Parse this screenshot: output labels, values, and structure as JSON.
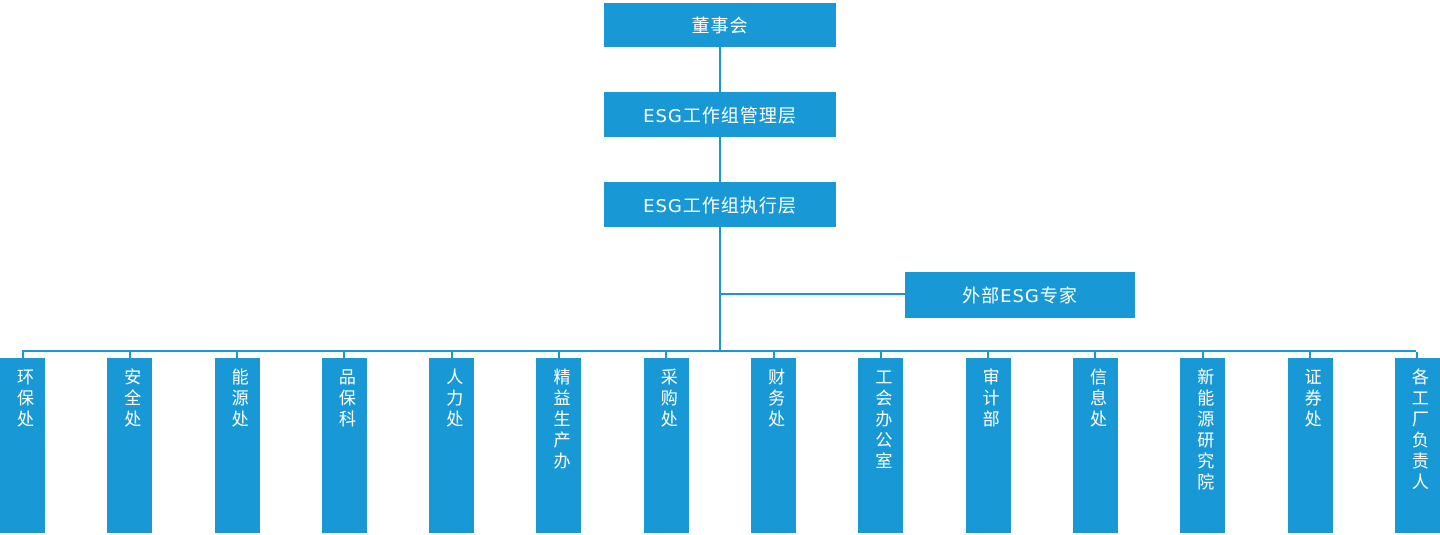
{
  "colors": {
    "primary_blue": "#1899D6",
    "text_white": "#FFFFFF",
    "background": "#FFFFFF"
  },
  "org": {
    "board": "董事会",
    "management": "ESG工作组管理层",
    "execution": "ESG工作组执行层",
    "external_expert": "外部ESG专家",
    "departments": [
      "环保处",
      "安全处",
      "能源处",
      "品保科",
      "人力处",
      "精益生产办",
      "采购处",
      "财务处",
      "工会办公室",
      "审计部",
      "信息处",
      "新能源研究院",
      "证券处",
      "各工厂负责人"
    ]
  }
}
